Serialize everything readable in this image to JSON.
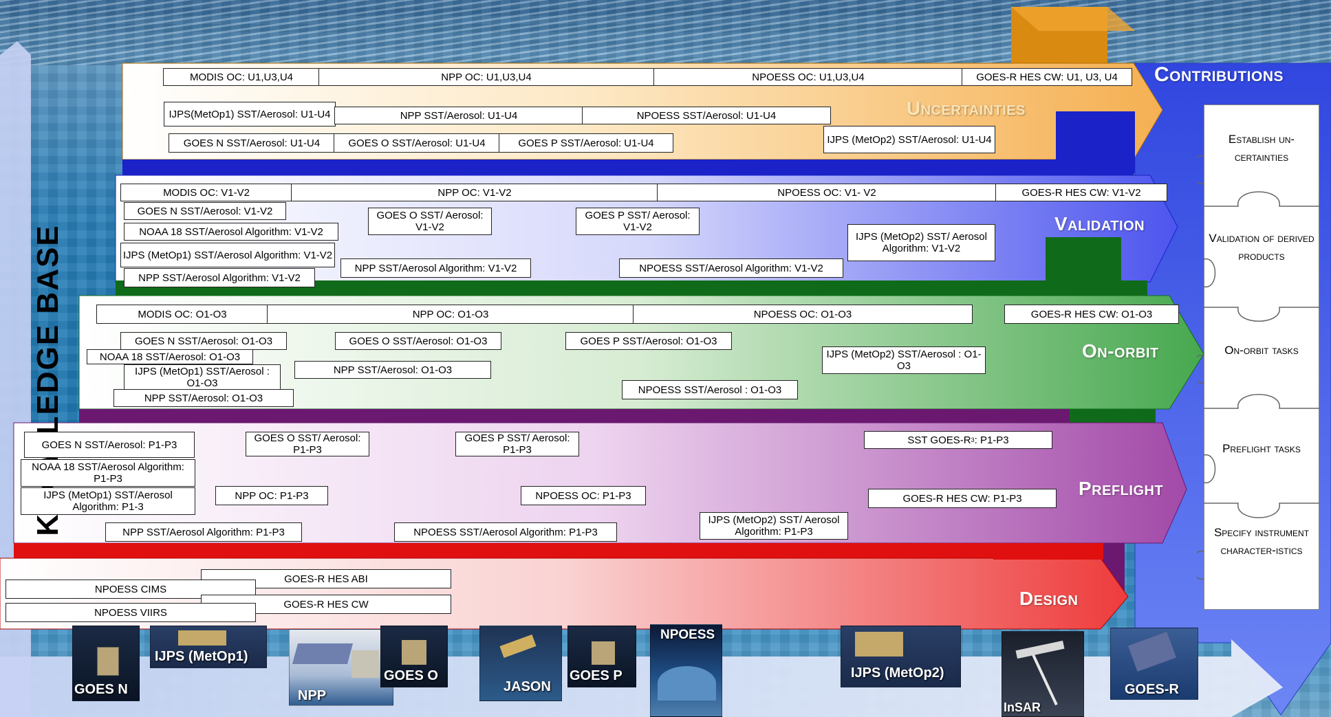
{
  "knowledge_base_label": "KNOWLEDGE BASE",
  "contributions": {
    "title": "Contributions",
    "tasks": [
      "Establish un-certainties",
      "Validation of derived products",
      "On-orbit tasks",
      "Preflight tasks",
      "Specify instrument character-istics"
    ]
  },
  "phases": {
    "uncertainties": "Uncertainties",
    "validation": "Validation",
    "on_orbit": "On-orbit",
    "preflight": "Preflight",
    "design": "Design"
  },
  "uncertainty_boxes": {
    "b1": "MODIS OC: U1,U3,U4",
    "b2": "NPP OC: U1,U3,U4",
    "b3": "NPOESS OC: U1,U3,U4",
    "b4": "GOES-R HES CW: U1, U3, U4",
    "b5": "IJPS(MetOp1) SST/Aerosol: U1-U4",
    "b6": "NPP SST/Aerosol: U1-U4",
    "b7": "NPOESS SST/Aerosol: U1-U4",
    "b8": "GOES N SST/Aerosol: U1-U4",
    "b9": "GOES O SST/Aerosol: U1-U4",
    "b10": "GOES P SST/Aerosol: U1-U4",
    "b11": "IJPS (MetOp2) SST/Aerosol: U1-U4"
  },
  "validation_boxes": {
    "b1": "MODIS OC: V1-V2",
    "b2": "NPP OC: V1-V2",
    "b3": "NPOESS OC: V1- V2",
    "b4": "GOES-R HES CW: V1-V2",
    "b5": "GOES N SST/Aerosol: V1-V2",
    "b6": "GOES O SST/ Aerosol: V1-V2",
    "b7": "GOES P SST/ Aerosol: V1-V2",
    "b8": "NOAA 18 SST/Aerosol Algorithm:  V1-V2",
    "b9": "IJPS (MetOp2) SST/ Aerosol Algorithm:  V1-V2",
    "b10": "IJPS (MetOp1) SST/Aerosol Algorithm:  V1-V2",
    "b11": "NPP SST/Aerosol Algorithm: V1-V2",
    "b12": "NPOESS SST/Aerosol Algorithm: V1-V2",
    "b13": "NPP SST/Aerosol Algorithm: V1-V2"
  },
  "onorbit_boxes": {
    "b1": "MODIS OC: O1-O3",
    "b2": "NPP OC: O1-O3",
    "b3": "NPOESS OC: O1-O3",
    "b4": "GOES-R HES CW: O1-O3",
    "b5": "GOES N SST/Aerosol: O1-O3",
    "b6": "GOES O SST/Aerosol: O1-O3",
    "b7": "GOES P SST/Aerosol: O1-O3",
    "b8": "NOAA 18 SST/Aerosol: O1-O3",
    "b9": "IJPS (MetOp2) SST/Aerosol : O1-O3",
    "b10": "IJPS (MetOp1) SST/Aerosol : O1-O3",
    "b11": "NPP SST/Aerosol: O1-O3",
    "b12": "NPP SST/Aerosol: O1-O3",
    "b13": "NPOESS SST/Aerosol : O1-O3"
  },
  "preflight_boxes": {
    "b1": "GOES N SST/Aerosol: P1-P3",
    "b2": "GOES O SST/ Aerosol: P1-P3",
    "b3": "GOES P SST/ Aerosol: P1-P3",
    "b4a": "SST GOES-R",
    "b4sup": "3",
    "b4b": ": P1-P3",
    "b5": "NOAA 18 SST/Aerosol Algorithm:  P1-P3",
    "b6": "IJPS (MetOp1) SST/Aerosol Algorithm:  P1-3",
    "b7": "NPP OC: P1-P3",
    "b8": "NPOESS OC: P1-P3",
    "b9": "GOES-R HES CW: P1-P3",
    "b10": "IJPS (MetOp2) SST/ Aerosol Algorithm:  P1-P3",
    "b11": "NPP SST/Aerosol Algorithm: P1-P3",
    "b12": "NPOESS SST/Aerosol Algorithm: P1-P3"
  },
  "design_boxes": {
    "b1": "NPOESS CIMS",
    "b2": "GOES-R HES ABI",
    "b3": "GOES-R HES CW",
    "b4": "NPOESS VIIRS"
  },
  "satellites": [
    "GOES N",
    "IJPS (MetOp1)",
    "NPP",
    "GOES O",
    "JASON",
    "GOES P",
    "NPOESS",
    "IJPS (MetOp2)",
    "InSAR",
    "GOES-R"
  ],
  "colors": {
    "uncertainties": "#d98a10",
    "validation": "#1a22c8",
    "on_orbit": "#0f6b1a",
    "preflight": "#6a1870",
    "design": "#e11010",
    "contributions": "#3a55e0"
  }
}
